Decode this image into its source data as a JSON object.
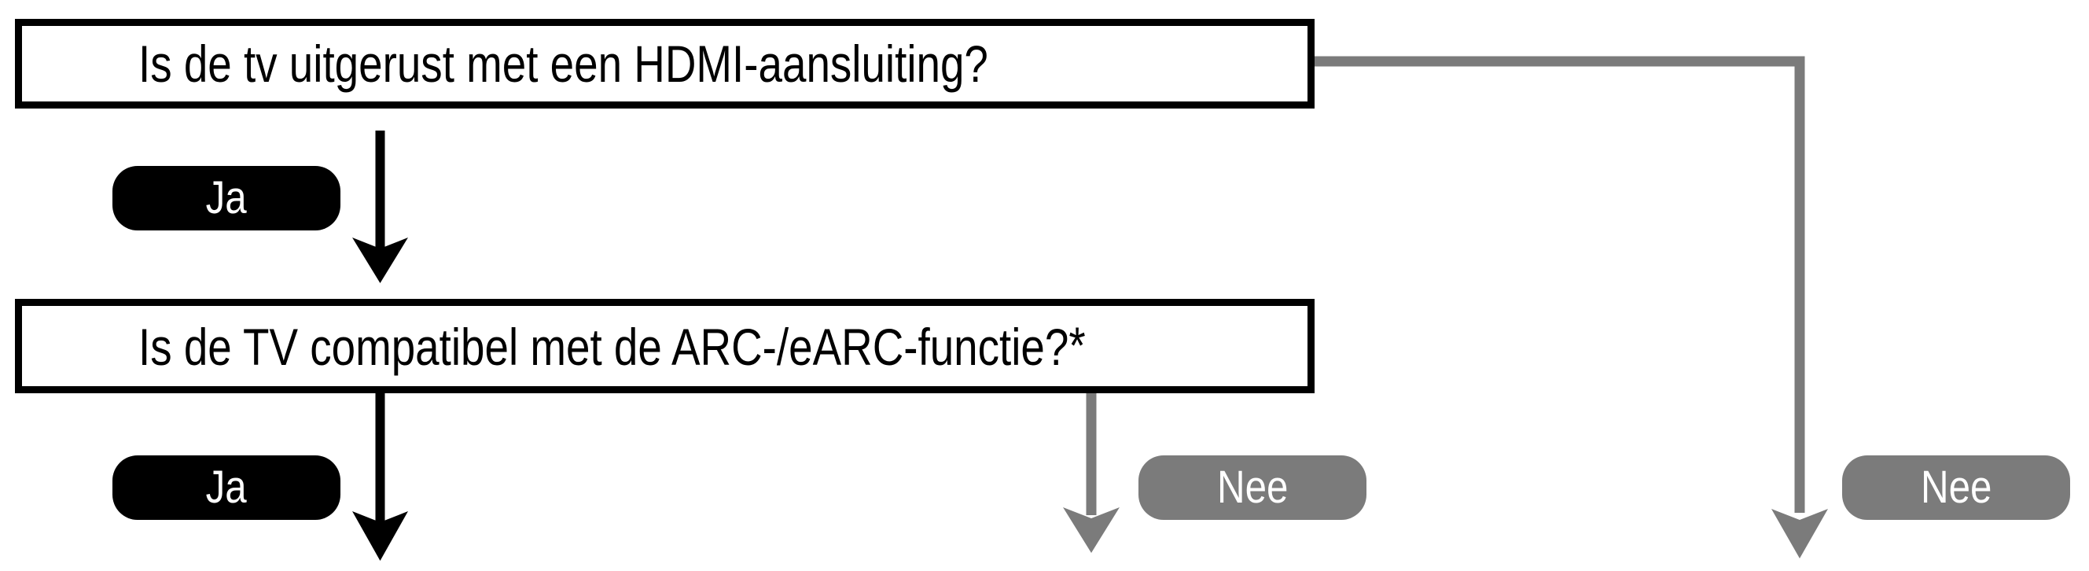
{
  "flowchart": {
    "question1": {
      "text": "Is de tv uitgerust met een HDMI-aansluiting?"
    },
    "question2": {
      "text": "Is de TV compatibel met de ARC-/eARC-functie?",
      "footnote_marker": "*"
    },
    "edges": [
      {
        "id": "q1-yes",
        "label": "Ja",
        "color": "black",
        "direction": "down"
      },
      {
        "id": "q1-no",
        "label": "Nee",
        "color": "gray",
        "direction": "right-then-down"
      },
      {
        "id": "q2-yes",
        "label": "Ja",
        "color": "black",
        "direction": "down"
      },
      {
        "id": "q2-no",
        "label": "Nee",
        "color": "gray",
        "direction": "down"
      }
    ]
  },
  "colors": {
    "box_border": "#000000",
    "question_text": "#000000",
    "yes_pill": "#000000",
    "no_pill": "#7b7b7b",
    "connector_black": "#000000",
    "connector_gray": "#7b7b7b",
    "pill_text": "#ffffff",
    "background": "#ffffff"
  }
}
